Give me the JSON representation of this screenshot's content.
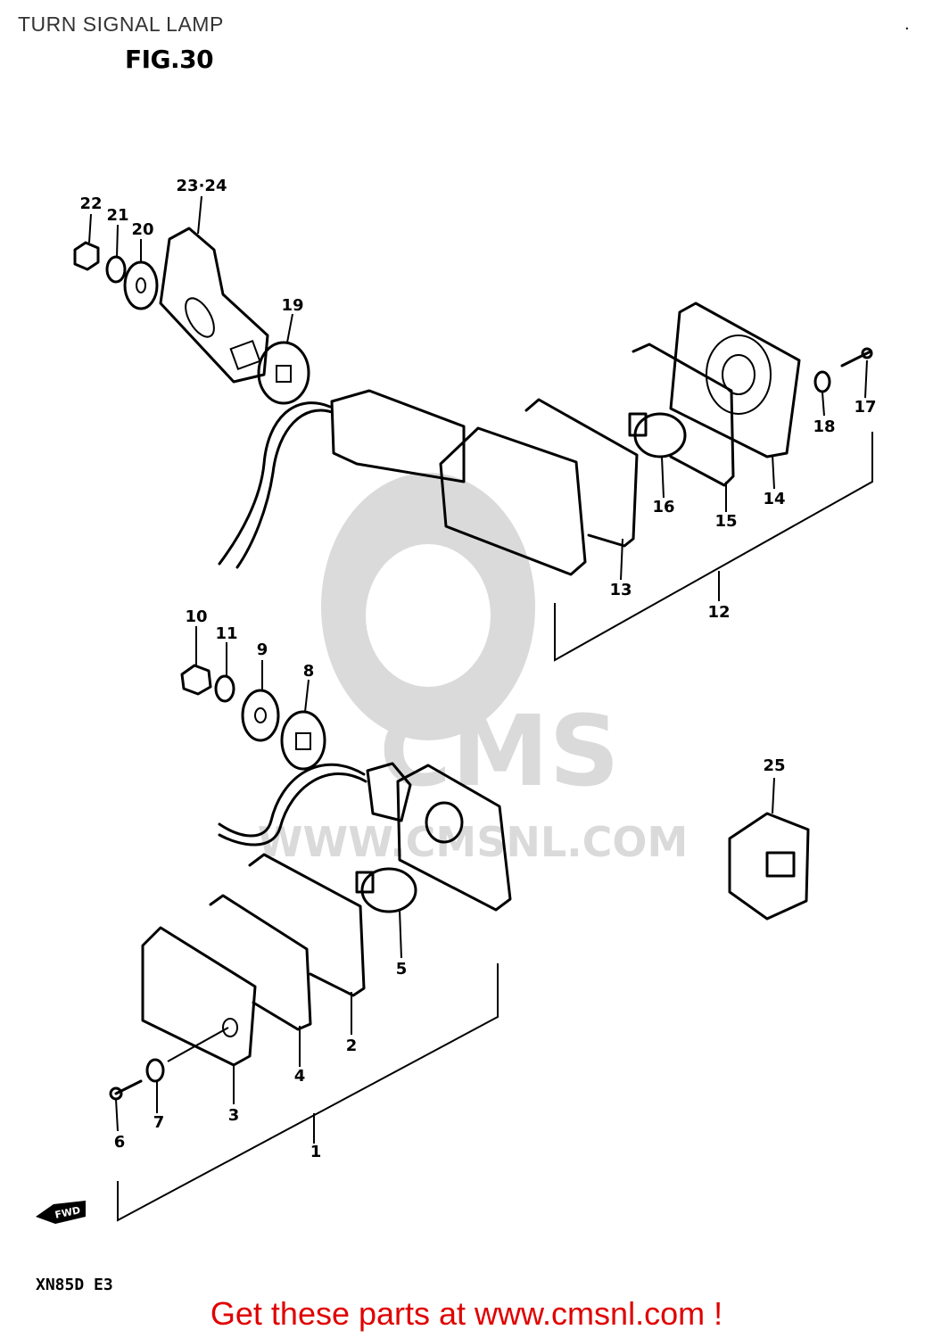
{
  "header": {
    "title": "TURN SIGNAL LAMP",
    "figure": "FIG.30",
    "corner_mark": "."
  },
  "diagram": {
    "part_labels": [
      "22",
      "21",
      "20",
      "23·24",
      "19",
      "17",
      "18",
      "16",
      "15",
      "14",
      "13",
      "12",
      "10",
      "11",
      "9",
      "8",
      "25",
      "5",
      "2",
      "4",
      "3",
      "7",
      "6",
      "1"
    ],
    "watermark_text": "WWW.CMSNL.COM",
    "watermark_logo": "CMS",
    "fwd_mark": "FWD"
  },
  "footer": {
    "model_code": "XN85D E3",
    "cta": "Get these parts at www.cmsnl.com !"
  },
  "colors": {
    "cta": "#e00000",
    "watermark": "#d7d7d7",
    "line": "#000000"
  }
}
